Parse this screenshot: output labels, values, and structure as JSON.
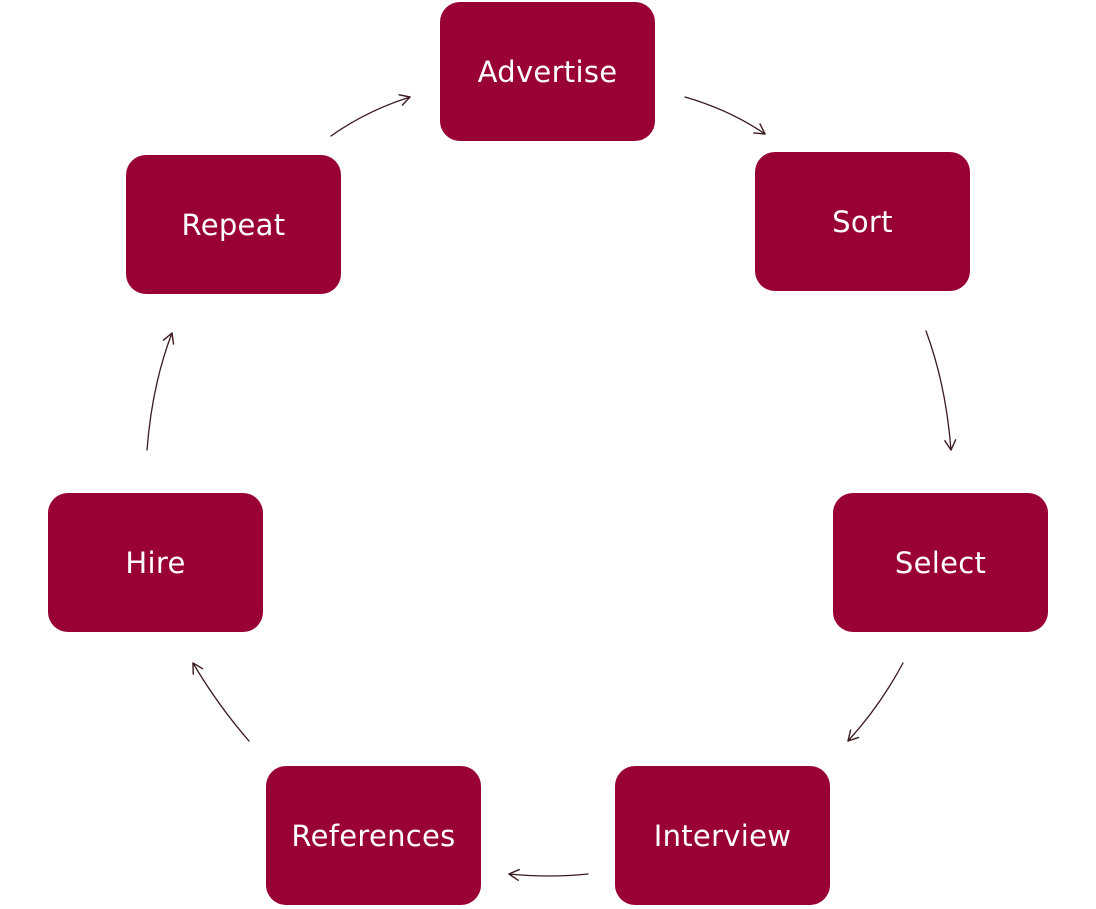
{
  "diagram": {
    "node_color": "#990033",
    "text_color": "#ffffff",
    "arrow_color": "#3a1a1e",
    "steps": [
      {
        "id": "advertise",
        "label": "Advertise"
      },
      {
        "id": "sort",
        "label": "Sort"
      },
      {
        "id": "select",
        "label": "Select"
      },
      {
        "id": "interview",
        "label": "Interview"
      },
      {
        "id": "references",
        "label": "References"
      },
      {
        "id": "hire",
        "label": "Hire"
      },
      {
        "id": "repeat",
        "label": "Repeat"
      }
    ],
    "connections": [
      {
        "from": "advertise",
        "to": "sort"
      },
      {
        "from": "sort",
        "to": "select"
      },
      {
        "from": "select",
        "to": "interview"
      },
      {
        "from": "interview",
        "to": "references"
      },
      {
        "from": "references",
        "to": "hire"
      },
      {
        "from": "hire",
        "to": "repeat"
      },
      {
        "from": "repeat",
        "to": "advertise"
      }
    ]
  }
}
